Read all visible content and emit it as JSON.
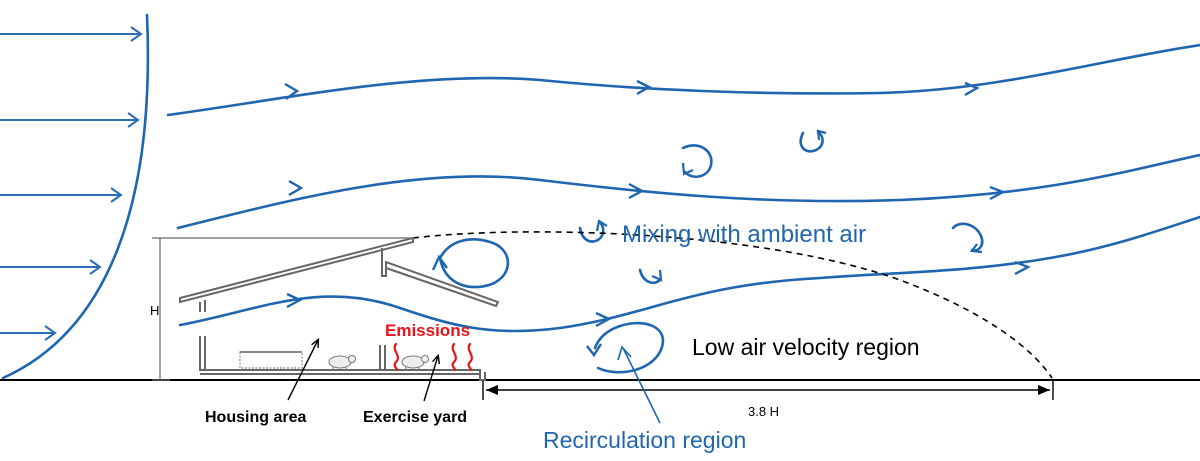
{
  "labels": {
    "mixing": "Mixing with ambient air",
    "low_velocity": "Low air velocity region",
    "recirculation": "Recirculation region",
    "emissions": "Emissions",
    "housing": "Housing area",
    "exercise": "Exercise yard",
    "height": "H",
    "distance": "3.8 H"
  },
  "colors": {
    "flow": "#1f65b0",
    "emissions": "#e8141b",
    "structure": "#666666"
  }
}
